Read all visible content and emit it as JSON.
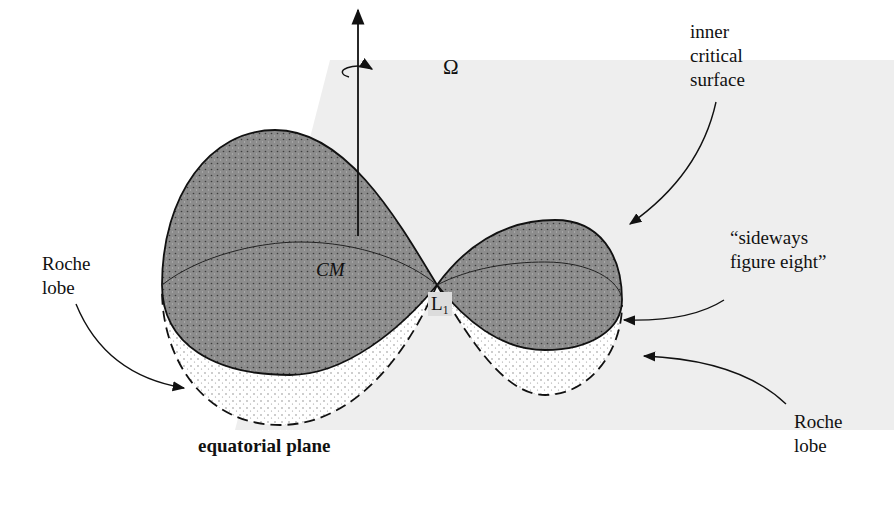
{
  "diagram": {
    "labels": [
      "Ω",
      "inner critical surface",
      "Roche lobe",
      "CM",
      "L₁",
      "“sideways figure eight”",
      "Roche lobe",
      "equatorial plane"
    ]
  }
}
